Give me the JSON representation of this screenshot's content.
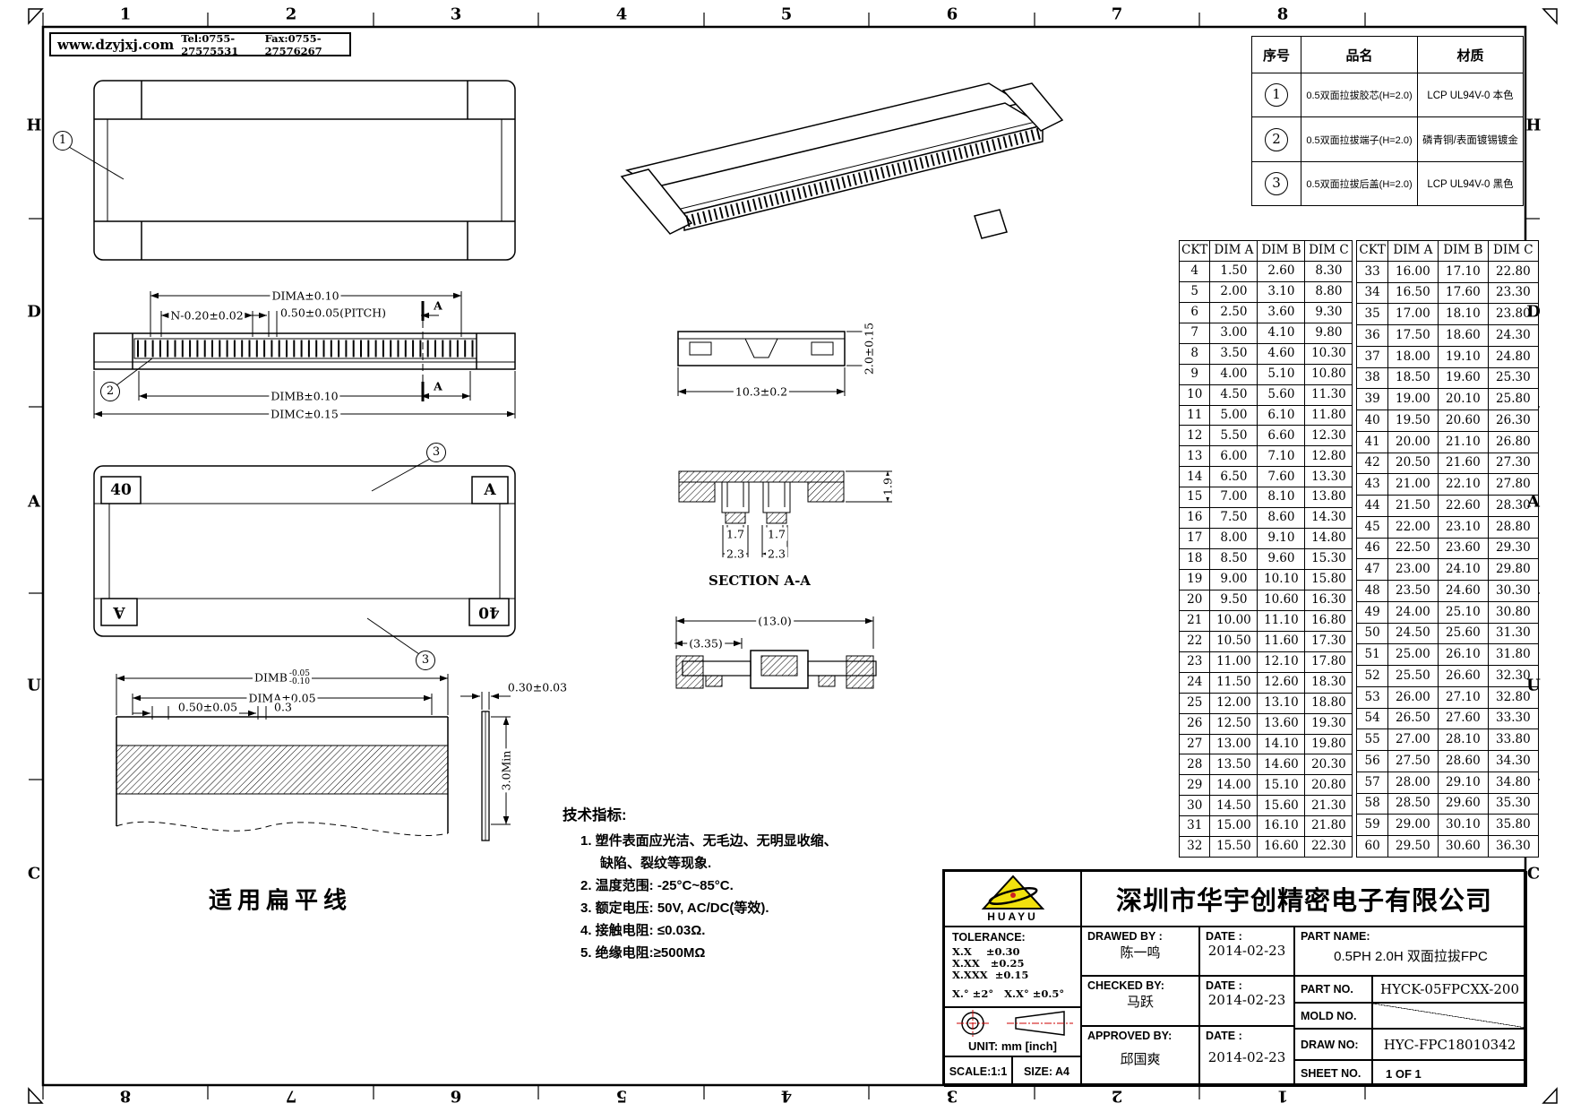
{
  "frame": {
    "website": "www.dzyjxj.com",
    "tel": "Tel:0755-27575531",
    "fax": "Fax:0755-27576267",
    "zone_cols_top": [
      "1",
      "2",
      "3",
      "4",
      "5",
      "6",
      "7",
      "8"
    ],
    "zone_cols_bottom": [
      "8",
      "7",
      "6",
      "5",
      "4",
      "3",
      "2",
      "1"
    ],
    "zone_rows_left": [
      "H",
      "D",
      "A",
      "U",
      "C"
    ],
    "zone_rows_right": [
      "H",
      "D",
      "A",
      "U",
      "C"
    ]
  },
  "parts_table": {
    "headers": [
      "序号",
      "品名",
      "材质"
    ],
    "rows": [
      {
        "no": "1",
        "name": "0.5双面拉拔胶芯(H=2.0)",
        "material": "LCP UL94V-0 本色"
      },
      {
        "no": "2",
        "name": "0.5双面拉拔端子(H=2.0)",
        "material": "磷青铜/表面镀锡镀金"
      },
      {
        "no": "3",
        "name": "0.5双面拉拔后盖(H=2.0)",
        "material": "LCP UL94V-0 黑色"
      }
    ]
  },
  "dim_table": {
    "headers": [
      "CKT",
      "DIM A",
      "DIM B",
      "DIM C",
      "CKT",
      "DIM A",
      "DIM B",
      "DIM C"
    ],
    "left_rows": [
      [
        "4",
        "1.50",
        "2.60",
        "8.30"
      ],
      [
        "5",
        "2.00",
        "3.10",
        "8.80"
      ],
      [
        "6",
        "2.50",
        "3.60",
        "9.30"
      ],
      [
        "7",
        "3.00",
        "4.10",
        "9.80"
      ],
      [
        "8",
        "3.50",
        "4.60",
        "10.30"
      ],
      [
        "9",
        "4.00",
        "5.10",
        "10.80"
      ],
      [
        "10",
        "4.50",
        "5.60",
        "11.30"
      ],
      [
        "11",
        "5.00",
        "6.10",
        "11.80"
      ],
      [
        "12",
        "5.50",
        "6.60",
        "12.30"
      ],
      [
        "13",
        "6.00",
        "7.10",
        "12.80"
      ],
      [
        "14",
        "6.50",
        "7.60",
        "13.30"
      ],
      [
        "15",
        "7.00",
        "8.10",
        "13.80"
      ],
      [
        "16",
        "7.50",
        "8.60",
        "14.30"
      ],
      [
        "17",
        "8.00",
        "9.10",
        "14.80"
      ],
      [
        "18",
        "8.50",
        "9.60",
        "15.30"
      ],
      [
        "19",
        "9.00",
        "10.10",
        "15.80"
      ],
      [
        "20",
        "9.50",
        "10.60",
        "16.30"
      ],
      [
        "21",
        "10.00",
        "11.10",
        "16.80"
      ],
      [
        "22",
        "10.50",
        "11.60",
        "17.30"
      ],
      [
        "23",
        "11.00",
        "12.10",
        "17.80"
      ],
      [
        "24",
        "11.50",
        "12.60",
        "18.30"
      ],
      [
        "25",
        "12.00",
        "13.10",
        "18.80"
      ],
      [
        "26",
        "12.50",
        "13.60",
        "19.30"
      ],
      [
        "27",
        "13.00",
        "14.10",
        "19.80"
      ],
      [
        "28",
        "13.50",
        "14.60",
        "20.30"
      ],
      [
        "29",
        "14.00",
        "15.10",
        "20.80"
      ],
      [
        "30",
        "14.50",
        "15.60",
        "21.30"
      ],
      [
        "31",
        "15.00",
        "16.10",
        "21.80"
      ],
      [
        "32",
        "15.50",
        "16.60",
        "22.30"
      ]
    ],
    "right_rows": [
      [
        "33",
        "16.00",
        "17.10",
        "22.80"
      ],
      [
        "34",
        "16.50",
        "17.60",
        "23.30"
      ],
      [
        "35",
        "17.00",
        "18.10",
        "23.80"
      ],
      [
        "36",
        "17.50",
        "18.60",
        "24.30"
      ],
      [
        "37",
        "18.00",
        "19.10",
        "24.80"
      ],
      [
        "38",
        "18.50",
        "19.60",
        "25.30"
      ],
      [
        "39",
        "19.00",
        "20.10",
        "25.80"
      ],
      [
        "40",
        "19.50",
        "20.60",
        "26.30"
      ],
      [
        "41",
        "20.00",
        "21.10",
        "26.80"
      ],
      [
        "42",
        "20.50",
        "21.60",
        "27.30"
      ],
      [
        "43",
        "21.00",
        "22.10",
        "27.80"
      ],
      [
        "44",
        "21.50",
        "22.60",
        "28.30"
      ],
      [
        "45",
        "22.00",
        "23.10",
        "28.80"
      ],
      [
        "46",
        "22.50",
        "23.60",
        "29.30"
      ],
      [
        "47",
        "23.00",
        "24.10",
        "29.80"
      ],
      [
        "48",
        "23.50",
        "24.60",
        "30.30"
      ],
      [
        "49",
        "24.00",
        "25.10",
        "30.80"
      ],
      [
        "50",
        "24.50",
        "25.60",
        "31.30"
      ],
      [
        "51",
        "25.00",
        "26.10",
        "31.80"
      ],
      [
        "52",
        "25.50",
        "26.60",
        "32.30"
      ],
      [
        "53",
        "26.00",
        "27.10",
        "32.80"
      ],
      [
        "54",
        "26.50",
        "27.60",
        "33.30"
      ],
      [
        "55",
        "27.00",
        "28.10",
        "33.80"
      ],
      [
        "56",
        "27.50",
        "28.60",
        "34.30"
      ],
      [
        "57",
        "28.00",
        "29.10",
        "34.80"
      ],
      [
        "58",
        "28.50",
        "29.60",
        "35.30"
      ],
      [
        "59",
        "29.00",
        "30.10",
        "35.80"
      ],
      [
        "60",
        "29.50",
        "30.60",
        "36.30"
      ]
    ]
  },
  "drawings": {
    "callout_1": "1",
    "callout_2": "2",
    "callout_3": "3",
    "dima": "DIMA±0.10",
    "n_pitch": "N-0.20±0.02",
    "pitch": "0.50±0.05(PITCH)",
    "dimb": "DIMB±0.10",
    "dimc": "DIMC±0.15",
    "section_mark": "A",
    "height": "2.0±0.15",
    "width": "10.3±0.2",
    "pin_number": "40",
    "pin_letter": "A",
    "section_title": "SECTION A-A",
    "d_19": "1.9",
    "d_17": "1.7",
    "d_23": "2.3",
    "d_130": "(13.0)",
    "d_335": "(3.35)",
    "cable_dimb": "DIMB",
    "cable_dimb_tol_top": "-0.05",
    "cable_dimb_tol_bot": "-0.10",
    "cable_dima": "DIMA±0.05",
    "cable_pitch": "0.50±0.05",
    "cable_03": "0.3",
    "cable_thick": "0.30±0.03",
    "cable_min": "3.0Min",
    "flat_cable": "适用扁平线"
  },
  "notes": {
    "title": "技术指标:",
    "lines": [
      "1. 塑件表面应光洁、无毛边、无明显收缩、",
      "缺陷、裂纹等现象.",
      "2. 温度范围: -25°C~85°C.",
      "3. 额定电压: 50V, AC/DC(等效).",
      "4. 接触电阻: ≤0.03Ω.",
      "5. 绝缘电阻:≥500MΩ"
    ]
  },
  "title_block": {
    "logo_text": "HUAYU",
    "company": "深圳市华宇创精密电子有限公司",
    "tolerance_label": "TOLERANCE:",
    "tol_rows": [
      [
        "X.X",
        "±0.30"
      ],
      [
        "X.XX",
        "±0.25"
      ],
      [
        "X.XXX",
        "±0.15"
      ]
    ],
    "angle_row": [
      "X.°  ±2°",
      "X.X° ±0.5°"
    ],
    "unit": "UNIT: mm [inch]",
    "scale": "SCALE:1:1",
    "size": "SIZE: A4",
    "drawed_label": "DRAWED BY :",
    "drawed": "陈一鸣",
    "checked_label": "CHECKED BY:",
    "checked": "马跃",
    "approved_label": "APPROVED BY:",
    "approved": "邱国爽",
    "date_label": "DATE :",
    "date1": "2014-02-23",
    "date2": "2014-02-23",
    "date3": "2014-02-23",
    "part_name_label": "PART NAME:",
    "part_name": "0.5PH 2.0H 双面拉拔FPC",
    "part_no_label": "PART NO.",
    "part_no": "HYCK-05FPCXX-200",
    "mold_no_label": "MOLD NO.",
    "draw_no_label": "DRAW NO:",
    "draw_no": "HYC-FPC18010342",
    "sheet_no_label": "SHEET NO.",
    "sheet_no": "1 OF 1"
  }
}
